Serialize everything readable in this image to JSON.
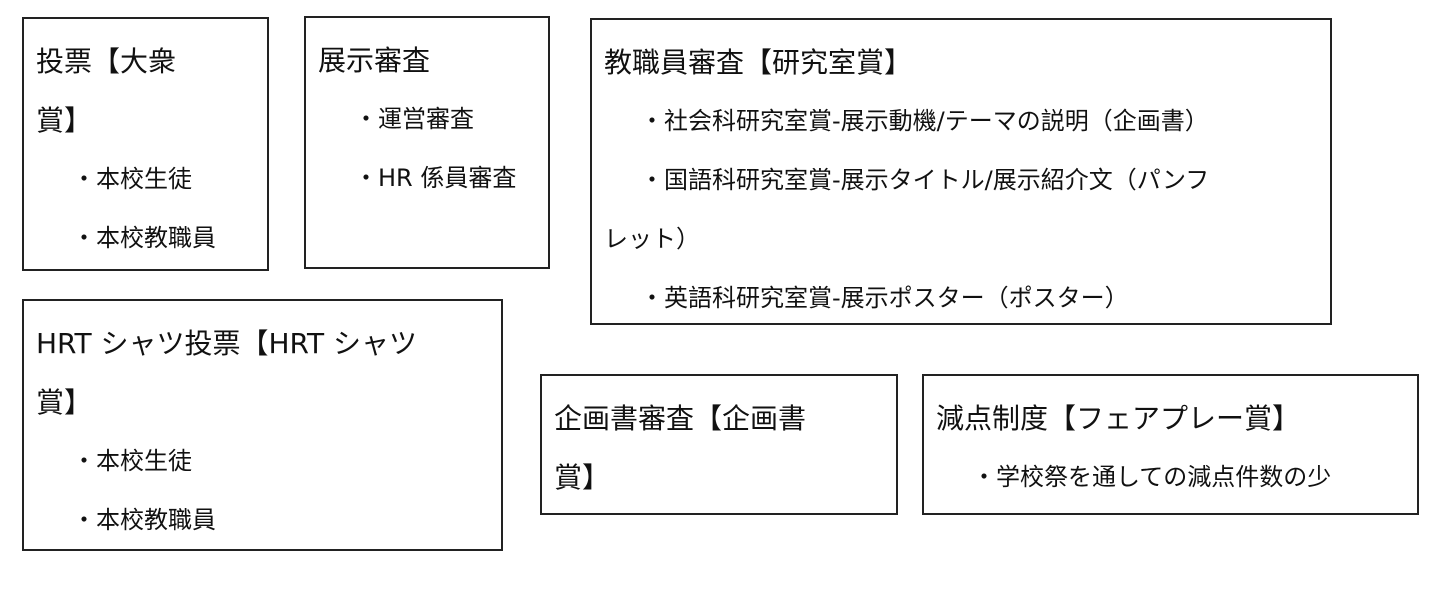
{
  "boxes": [
    {
      "title_lines": [
        "投票【大衆",
        "賞】"
      ],
      "items": [
        "・本校生徒",
        "・本校教職員"
      ]
    },
    {
      "title_lines": [
        "展示審査"
      ],
      "items": [
        "・運営審査",
        "・HR 係員審査"
      ]
    },
    {
      "title_lines": [
        "教職員審査【研究室賞】"
      ],
      "items": [
        "・社会科研究室賞-展示動機/テーマの説明（企画書）",
        "・国語科研究室賞-展示タイトル/展示紹介文（パンフ",
        "レット）",
        "・英語科研究室賞-展示ポスター（ポスター）"
      ]
    },
    {
      "title_lines": [
        "HRT シャツ投票【HRT シャツ",
        "賞】"
      ],
      "items": [
        "・本校生徒",
        "・本校教職員"
      ]
    },
    {
      "title_lines": [
        "企画書審査【企画書",
        "賞】"
      ],
      "items": []
    },
    {
      "title_lines": [
        "減点制度【フェアプレー賞】"
      ],
      "items": [
        "・学校祭を通しての減点件数の少"
      ]
    }
  ]
}
